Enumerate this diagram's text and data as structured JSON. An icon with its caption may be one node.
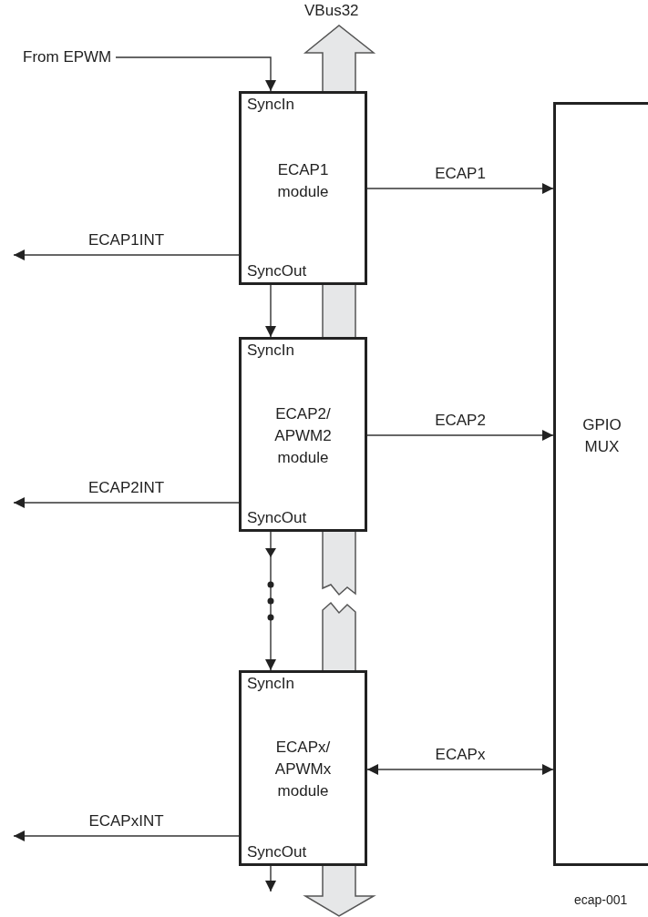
{
  "diagram": {
    "nodes": [
      {
        "text": [
          "From EPWM"
        ]
      },
      {
        "text": [
          "SyncIn",
          "ECAP1 module",
          "SyncOut"
        ]
      },
      {
        "text": [
          "SyncIn",
          "ECAP2/ APWM2 module",
          "SyncOut"
        ]
      },
      {
        "text": [
          "SyncIn",
          "ECAPx/ APWMx module",
          "SyncOut"
        ]
      },
      {
        "text": [
          "GPIO MUX"
        ]
      }
    ],
    "edges": [
      {
        "from": 0,
        "to": 1,
        "arrow": "to"
      },
      {
        "from": 1,
        "to": 4,
        "label": "ECAP1",
        "arrow": "to"
      },
      {
        "from": 1,
        "to": null,
        "label": "ECAP1INT",
        "arrow": "to"
      },
      {
        "from": 1,
        "to": 2,
        "arrow": "to"
      },
      {
        "from": 2,
        "to": 4,
        "label": "ECAP2",
        "arrow": "to"
      },
      {
        "from": 2,
        "to": null,
        "label": "ECAP2INT",
        "arrow": "to"
      },
      {
        "from": 2,
        "to": 3,
        "arrow": "to"
      },
      {
        "from": 3,
        "to": 4,
        "label": "ECAPx",
        "arrow": "both"
      },
      {
        "from": 3,
        "to": null,
        "label": "ECAPxINT",
        "arrow": "to"
      },
      {
        "from": 3,
        "to": null,
        "arrow": "to"
      }
    ],
    "labels": [
      "VBus32",
      "ecap-001"
    ]
  }
}
